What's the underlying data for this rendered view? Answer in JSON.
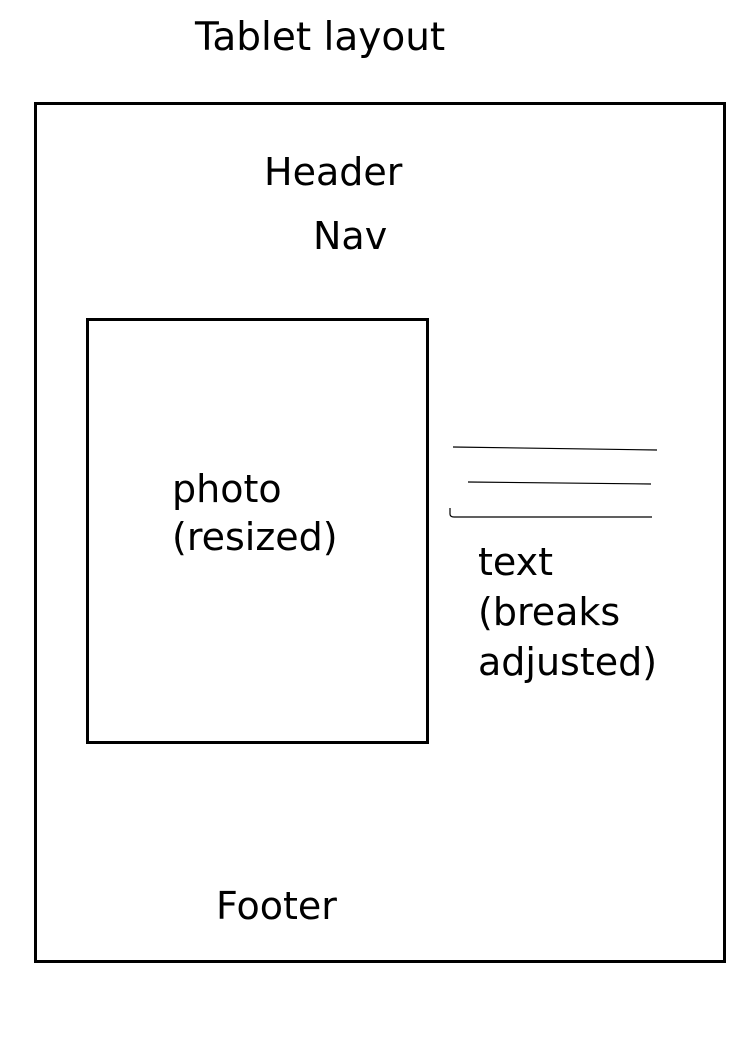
{
  "title": "Tablet layout",
  "header": {
    "label": "Header"
  },
  "nav": {
    "label": "Nav"
  },
  "photo": {
    "line1": "photo",
    "line2": "(resized)"
  },
  "text_block": {
    "line1": "text",
    "line2": "(breaks",
    "line3": "adjusted)"
  },
  "footer": {
    "label": "Footer"
  },
  "colors": {
    "stroke": "#000000",
    "background": "#ffffff"
  }
}
